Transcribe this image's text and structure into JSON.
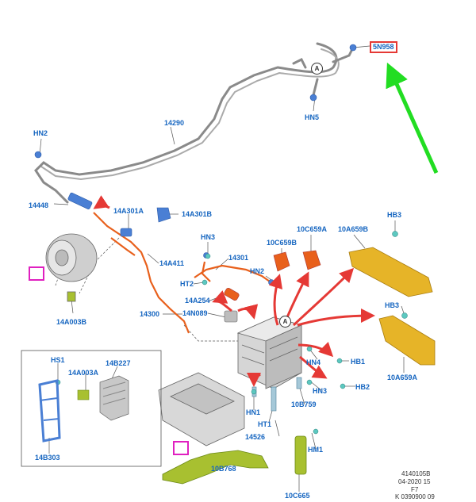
{
  "labels": {
    "l_5N958": "5N958",
    "l_HN5": "HN5",
    "l_14290": "14290",
    "l_HN2a": "HN2",
    "l_14448": "14448",
    "l_14A301A": "14A301A",
    "l_14A301B": "14A301B",
    "l_14A411": "14A411",
    "l_14A003B": "14A003B",
    "l_HN3a": "HN3",
    "l_14301": "14301",
    "l_HT2": "HT2",
    "l_HN2b": "HN2",
    "l_14A254": "14A254",
    "l_14N089": "14N089",
    "l_14300": "14300",
    "l_10C659B": "10C659B",
    "l_10C659A": "10C659A",
    "l_10A659B": "10A659B",
    "l_HB3a": "HB3",
    "l_HB3b": "HB3",
    "l_10A659A": "10A659A",
    "l_HN4": "HN4",
    "l_HB1": "HB1",
    "l_HN3b": "HN3",
    "l_HB2": "HB2",
    "l_10B759": "10B759",
    "l_HN1": "HN1",
    "l_HT1": "HT1",
    "l_14526": "14526",
    "l_HM1": "HM1",
    "l_10C665": "10C665",
    "l_10B768": "10B768",
    "l_HS1": "HS1",
    "l_14A003A": "14A003A",
    "l_14B227": "14B227",
    "l_14B303": "14B303"
  },
  "callouts": {
    "a1": "A",
    "a2": "A"
  },
  "footer": {
    "line1": "4140105B",
    "line2": "04-2020 15",
    "line3": "F7",
    "line4": "K 0390900 09"
  },
  "colors": {
    "label_blue": "#1565c0",
    "highlight_red": "#e53935",
    "arrow_green": "#22dd22",
    "arrow_red": "#e53935",
    "part_orange": "#e8601c",
    "part_yellow": "#e6b428",
    "part_green": "#a8c030",
    "part_blue": "#4a7fd4",
    "callout_magenta": "#e020c0"
  }
}
